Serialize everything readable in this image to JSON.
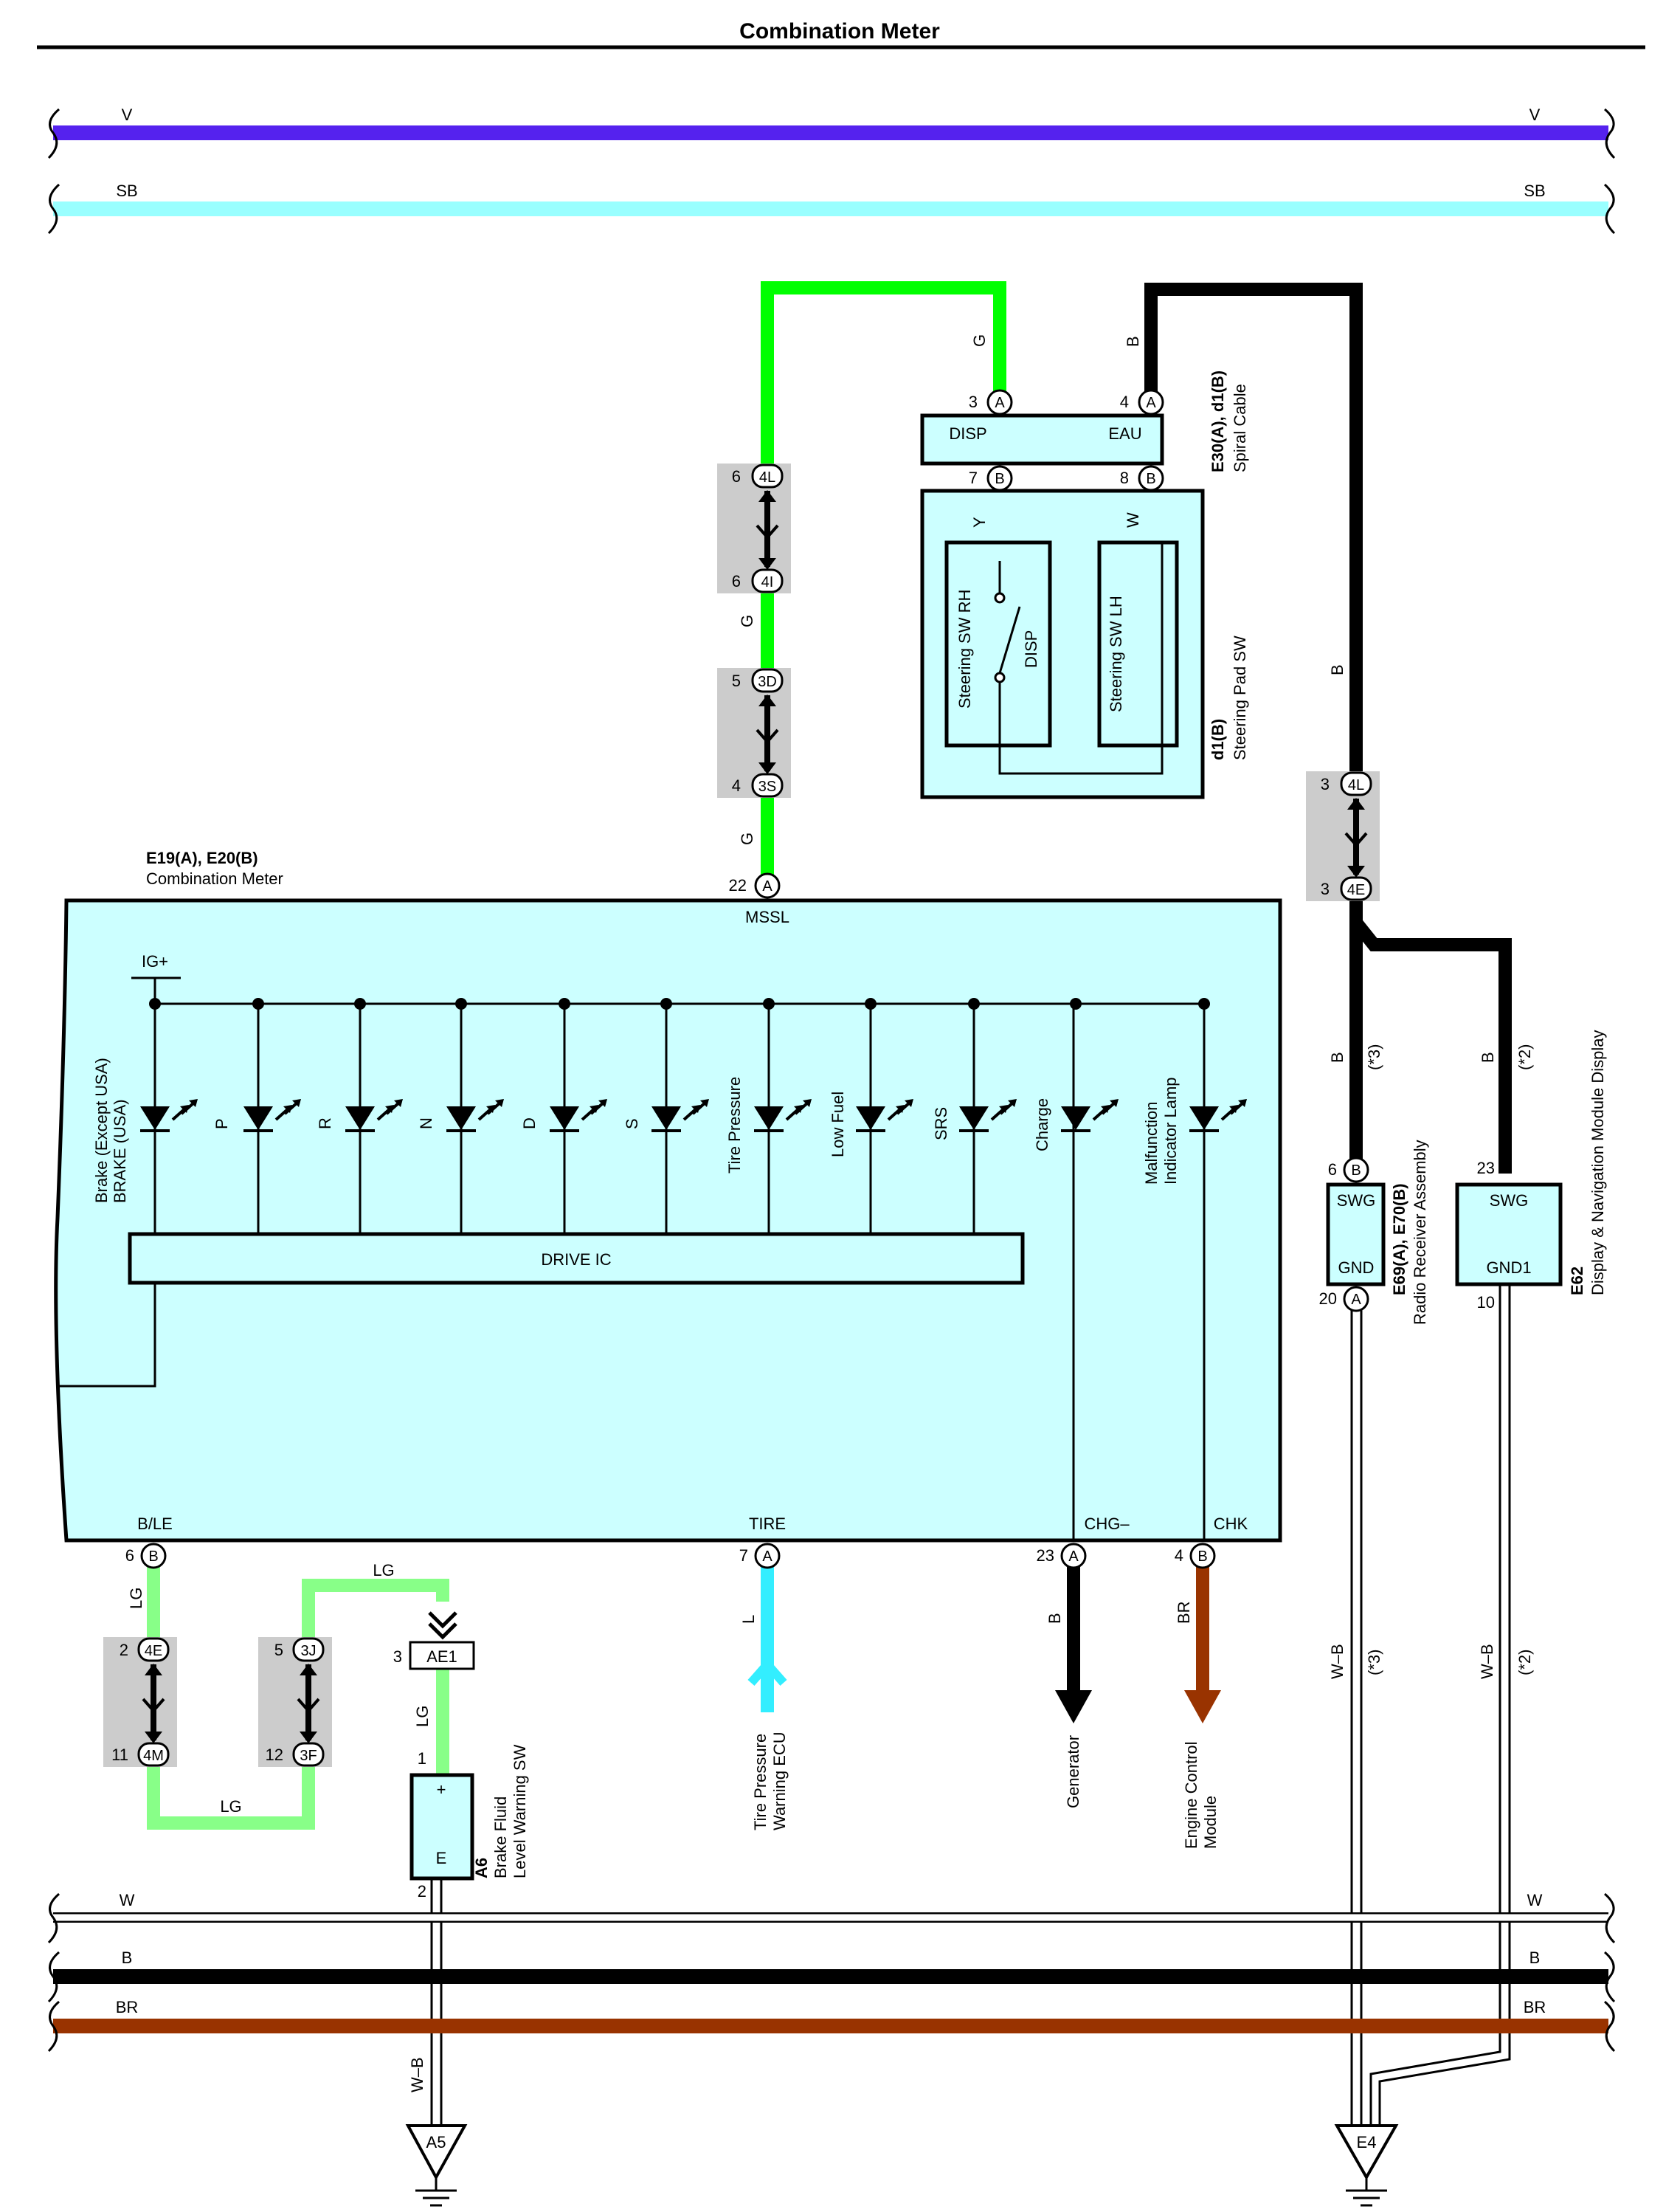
{
  "title": "Combination Meter",
  "colors": {
    "V": "#5522ee",
    "SB": "#99ffff",
    "G": "#00ff00",
    "LG": "#88ff88",
    "Y": "#ffdd00",
    "L": "#33eeff",
    "B": "#000000",
    "BR": "#993300",
    "panel": "#ccffff",
    "junction": "#cccccc"
  },
  "buses": {
    "top": [
      {
        "wire": "V"
      },
      {
        "wire": "SB"
      }
    ],
    "bottom": [
      {
        "wire": "W"
      },
      {
        "wire": "B"
      },
      {
        "wire": "BR"
      }
    ]
  },
  "wires": {
    "g1": "G",
    "g2": "G",
    "g3": "G",
    "b_spiral": "B",
    "b_mid": "B",
    "y": "Y",
    "w": "W",
    "b3": "B",
    "star3": "(*3)",
    "b2": "B",
    "star2": "(*2)",
    "lg1": "LG",
    "lg2": "LG",
    "lg3": "LG",
    "lg4": "LG",
    "l": "L",
    "b_gen": "B",
    "br": "BR",
    "wb1": "W–B",
    "wb3": "W–B",
    "wb3_star": "(*3)",
    "wb2": "W–B",
    "wb2_star": "(*2)"
  },
  "spiral": {
    "code": "E30(A), d1(B)",
    "name": "Spiral Cable",
    "pins": {
      "disp": "DISP",
      "eau": "EAU"
    },
    "pin_top_disp": "3",
    "conn_top_disp": "A",
    "pin_top_eau": "4",
    "conn_top_eau": "A",
    "pin_bot_disp": "7",
    "conn_bot_disp": "B",
    "pin_bot_eau": "8",
    "conn_bot_eau": "B"
  },
  "steering": {
    "code": "d1(B)",
    "name": "Steering Pad SW",
    "rh": "Steering SW RH",
    "lh": "Steering SW LH",
    "disp": "DISP"
  },
  "junctions": {
    "j4l": {
      "pa": "6",
      "a": "4L",
      "pb": "6",
      "b": "4I"
    },
    "j3d": {
      "pa": "5",
      "a": "3D",
      "pb": "4",
      "b": "3S"
    },
    "j4lr": {
      "pa": "3",
      "a": "4L",
      "pb": "3",
      "b": "4E"
    },
    "j4e": {
      "pa": "2",
      "a": "4E",
      "pb": "11",
      "b": "4M"
    },
    "j3j": {
      "pa": "5",
      "a": "3J",
      "pb": "12",
      "b": "3F"
    }
  },
  "meter": {
    "code": "E19(A), E20(B)",
    "name": "Combination Meter",
    "mssl": "MSSL",
    "mssl_pin": "22",
    "mssl_conn": "A",
    "igp": "IG+",
    "drive_ic": "DRIVE IC",
    "lamps": [
      "Brake (Except USA)",
      "BRAKE (USA)",
      "P",
      "R",
      "N",
      "D",
      "S",
      "Tire Pressure",
      "Low Fuel",
      "SRS",
      "Charge",
      "Malfunction",
      "Indicator Lamp"
    ],
    "ble": "B/LE",
    "ble_pin": "6",
    "ble_conn": "B",
    "tire": "TIRE",
    "tire_pin": "7",
    "tire_conn": "A",
    "chg": "CHG–",
    "chg_pin": "23",
    "chg_conn": "A",
    "chk": "CHK",
    "chk_pin": "4",
    "chk_conn": "B"
  },
  "radio": {
    "code": "E69(A), E70(B)",
    "name": "Radio Receiver Assembly",
    "swg": "SWG",
    "gnd": "GND",
    "pin_swg": "6",
    "conn_swg": "B",
    "pin_gnd": "20",
    "conn_gnd": "A"
  },
  "display": {
    "code": "E62",
    "name": "Display & Navigation Module Display",
    "swg": "SWG",
    "gnd": "GND1",
    "pin_swg": "23",
    "pin_gnd": "10"
  },
  "brake_sw": {
    "code": "A6",
    "name1": "Brake Fluid",
    "name2": "Level Warning SW",
    "plus": "+",
    "e": "E",
    "pin1": "1",
    "pin2": "2",
    "ae1_pin": "3",
    "ae1": "AE1"
  },
  "targets": {
    "tpw1": "Tire Pressure",
    "tpw2": "Warning ECU",
    "gen": "Generator",
    "ecm1": "Engine Control",
    "ecm2": "Module"
  },
  "grounds": {
    "a5": "A5",
    "e4": "E4"
  }
}
